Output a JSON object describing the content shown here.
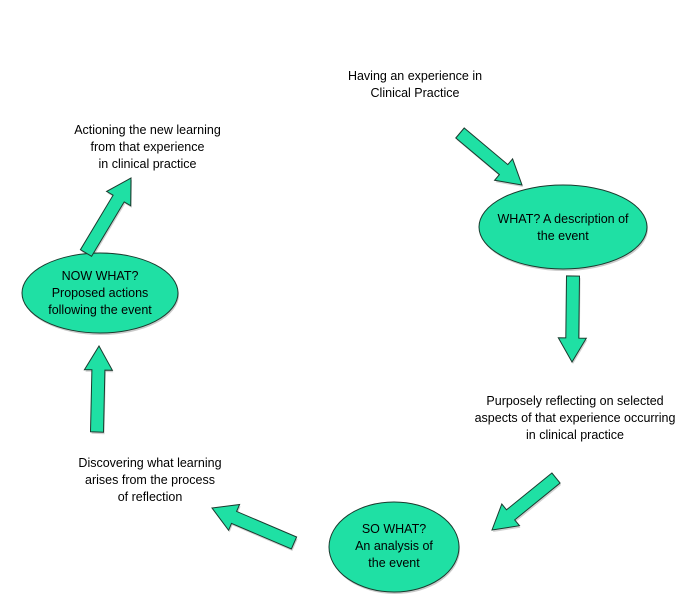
{
  "title": "Reflective practice cycle",
  "colors": {
    "shape_fill": "#1fe0a4",
    "shape_stroke": "#1a3a2e",
    "shadow": "#8a8a8a",
    "text": "#000000",
    "background": "#ffffff"
  },
  "captions": [
    {
      "id": "experience",
      "text": "Having an experience in\nClinical Practice"
    },
    {
      "id": "reflecting",
      "text": "Purposely reflecting on selected\naspects of that experience occurring\nin clinical practice"
    },
    {
      "id": "discovering",
      "text": "Discovering what learning\narises from the process\nof reflection"
    },
    {
      "id": "actioning",
      "text": "Actioning the new learning\nfrom that experience\nin clinical practice"
    }
  ],
  "nodes": [
    {
      "id": "what",
      "text": "WHAT? A description of\nthe event"
    },
    {
      "id": "so-what",
      "text": "SO WHAT?\nAn analysis of\nthe event"
    },
    {
      "id": "now-what",
      "text": "NOW WHAT?\nProposed actions\nfollowing the event"
    }
  ],
  "arrows": [
    {
      "from": "experience",
      "to": "what"
    },
    {
      "from": "what",
      "to": "reflecting"
    },
    {
      "from": "reflecting",
      "to": "so-what"
    },
    {
      "from": "so-what",
      "to": "discovering"
    },
    {
      "from": "discovering",
      "to": "now-what"
    },
    {
      "from": "now-what",
      "to": "actioning"
    }
  ]
}
